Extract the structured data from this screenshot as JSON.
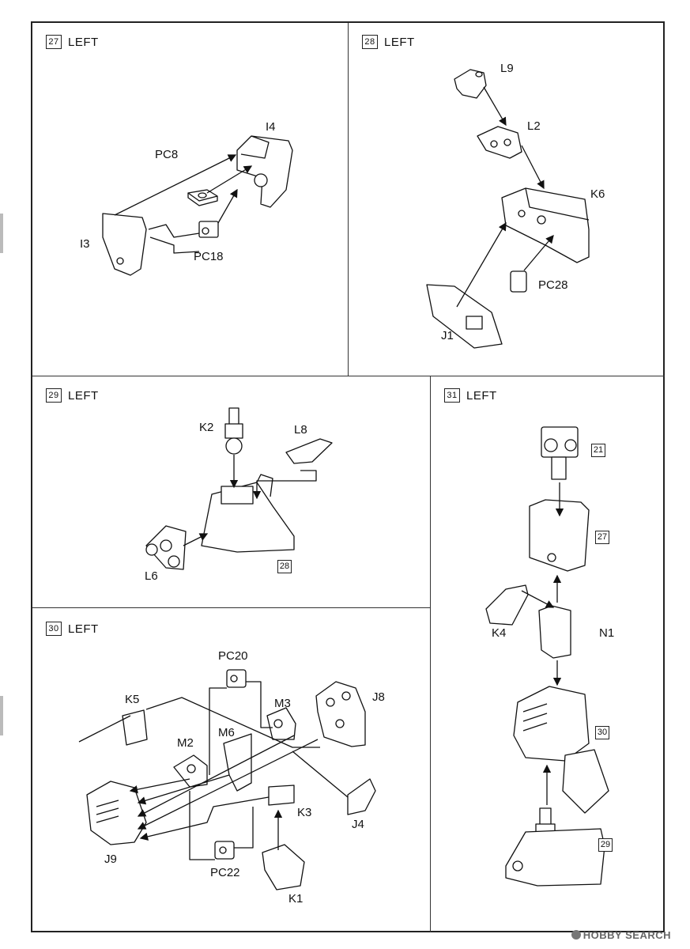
{
  "steps": [
    {
      "num": "27",
      "side": "LEFT",
      "parts": {
        "a": "I4",
        "b": "PC8",
        "c": "I3",
        "d": "PC18"
      }
    },
    {
      "num": "28",
      "side": "LEFT",
      "parts": {
        "a": "L9",
        "b": "L2",
        "c": "K6",
        "d": "PC28",
        "e": "J1"
      }
    },
    {
      "num": "29",
      "side": "LEFT",
      "parts": {
        "a": "K2",
        "b": "L8",
        "c": "L6"
      },
      "ref": "28"
    },
    {
      "num": "30",
      "side": "LEFT",
      "parts": {
        "a": "PC20",
        "b": "K5",
        "c": "M3",
        "d": "J8",
        "e": "M2",
        "f": "M6",
        "g": "J9",
        "h": "K3",
        "i": "J4",
        "j": "PC22",
        "k": "K1"
      }
    },
    {
      "num": "31",
      "side": "LEFT",
      "parts": {
        "a": "K4",
        "b": "N1"
      },
      "refs": {
        "a": "21",
        "b": "27",
        "c": "30",
        "d": "29"
      }
    }
  ],
  "watermark": "HOBBY SEARCH",
  "icons": [
    "part-drawing-icon",
    "assembly-arrow-icon",
    "watermark-logo-icon"
  ]
}
